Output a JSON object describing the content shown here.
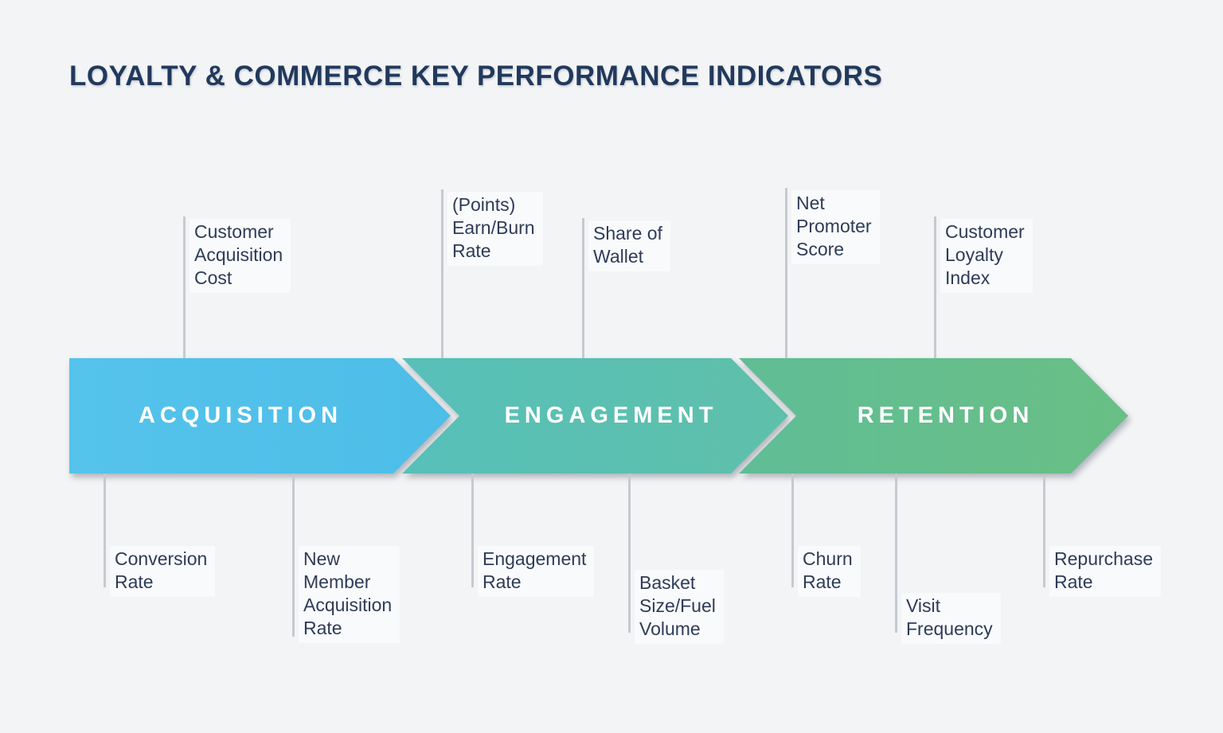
{
  "title": "LOYALTY & COMMERCE KEY PERFORMANCE INDICATORS",
  "stages": [
    {
      "label": "ACQUISITION"
    },
    {
      "label": "ENGAGEMENT"
    },
    {
      "label": "RETENTION"
    }
  ],
  "kpis_above": [
    {
      "label": "Customer\nAcquisition\nCost"
    },
    {
      "label": "(Points)\nEarn/Burn\nRate"
    },
    {
      "label": "Share of\nWallet"
    },
    {
      "label": "Net\nPromoter\nScore"
    },
    {
      "label": "Customer\nLoyalty\nIndex"
    }
  ],
  "kpis_below": [
    {
      "label": "Conversion\nRate"
    },
    {
      "label": "New\nMember\nAcquisition\nRate"
    },
    {
      "label": "Engagement\nRate"
    },
    {
      "label": "Basket\nSize/Fuel\nVolume"
    },
    {
      "label": "Churn\nRate"
    },
    {
      "label": "Visit\nFrequency"
    },
    {
      "label": "Repurchase\nRate"
    }
  ],
  "colors": {
    "background": "#F3F4F6",
    "title_text": "#21395C",
    "label_text": "#2E3C58",
    "connector_line": "#C5CACF",
    "stage_text": "#FFFFFF",
    "acquisition_start": "#55C3EB",
    "acquisition_end": "#4DBEE8",
    "engagement_start": "#57C0B9",
    "engagement_end": "#5FC0AA",
    "retention_start": "#60BD95",
    "retention_end": "#69BF85"
  }
}
